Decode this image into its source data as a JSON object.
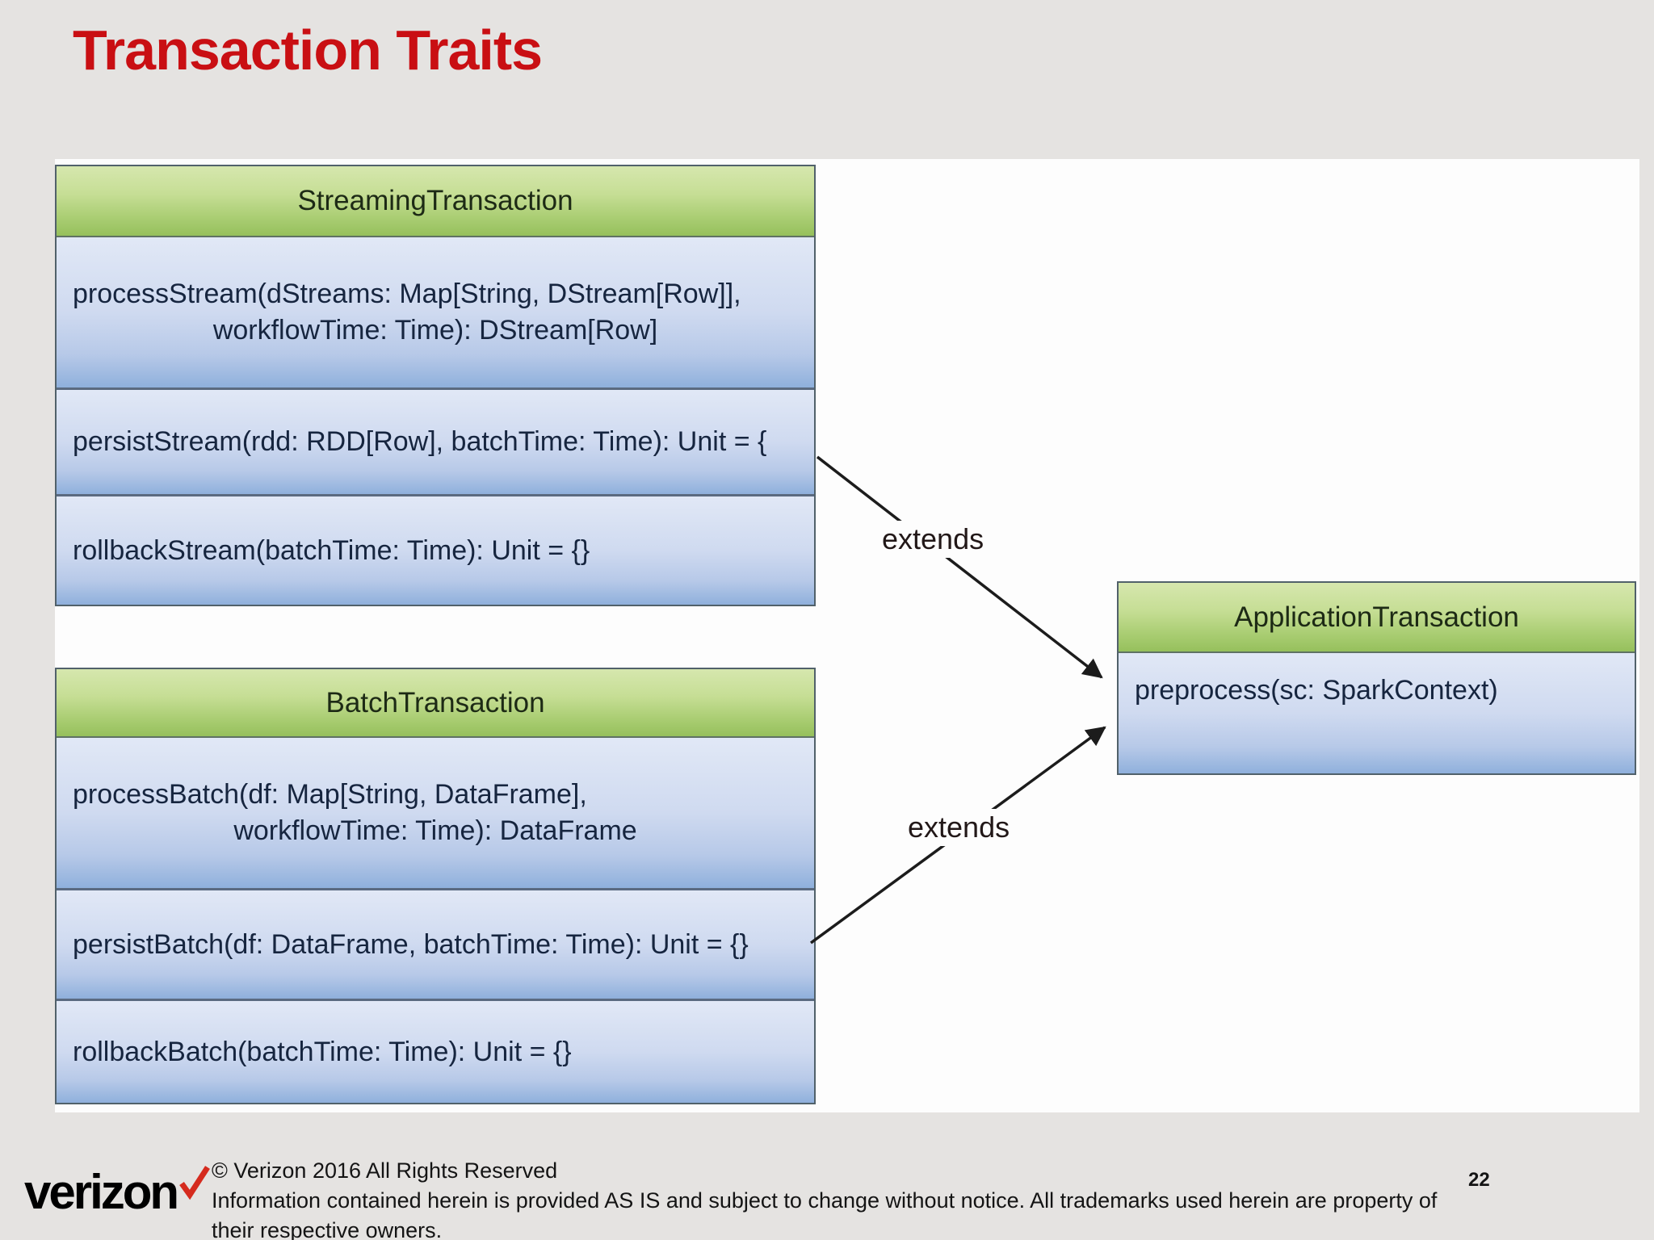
{
  "slide": {
    "title": "Transaction Traits",
    "page_number": "22"
  },
  "diagram": {
    "streaming": {
      "name": "StreamingTransaction",
      "method1_line1": "processStream(dStreams: Map[String, DStream[Row]],",
      "method1_line2": "workflowTime: Time): DStream[Row]",
      "method2": "persistStream(rdd: RDD[Row], batchTime: Time): Unit = {",
      "method3": "rollbackStream(batchTime: Time): Unit = {}"
    },
    "batch": {
      "name": "BatchTransaction",
      "method1_line1": "processBatch(df: Map[String, DataFrame],",
      "method1_line2": "workflowTime: Time): DataFrame",
      "method2": "persistBatch(df: DataFrame, batchTime: Time): Unit = {}",
      "method3": "rollbackBatch(batchTime: Time): Unit = {}"
    },
    "application": {
      "name": "ApplicationTransaction",
      "method1": "preprocess(sc: SparkContext)"
    },
    "relationship1_label": "extends",
    "relationship2_label": "extends"
  },
  "footer": {
    "logo_text": "verizon",
    "copyright": "© Verizon 2016 All Rights Reserved",
    "disclaimer_line1": "Information contained herein is provided AS IS and subject to change without notice.  All trademarks used herein are property of",
    "disclaimer_line2": "their respective owners."
  },
  "colors": {
    "slide_background": "#e5e3e1",
    "panel_background": "#fdfdfd",
    "title_red": "#c90f13",
    "verizon_check_red": "#d52b1e",
    "class_header_green_top": "#d6e7ae",
    "class_header_green_bottom": "#96c05c",
    "class_body_blue_top": "#e1e8f6",
    "class_body_blue_bottom": "#8fb0dc",
    "arrow_black": "#1c1c1c"
  }
}
